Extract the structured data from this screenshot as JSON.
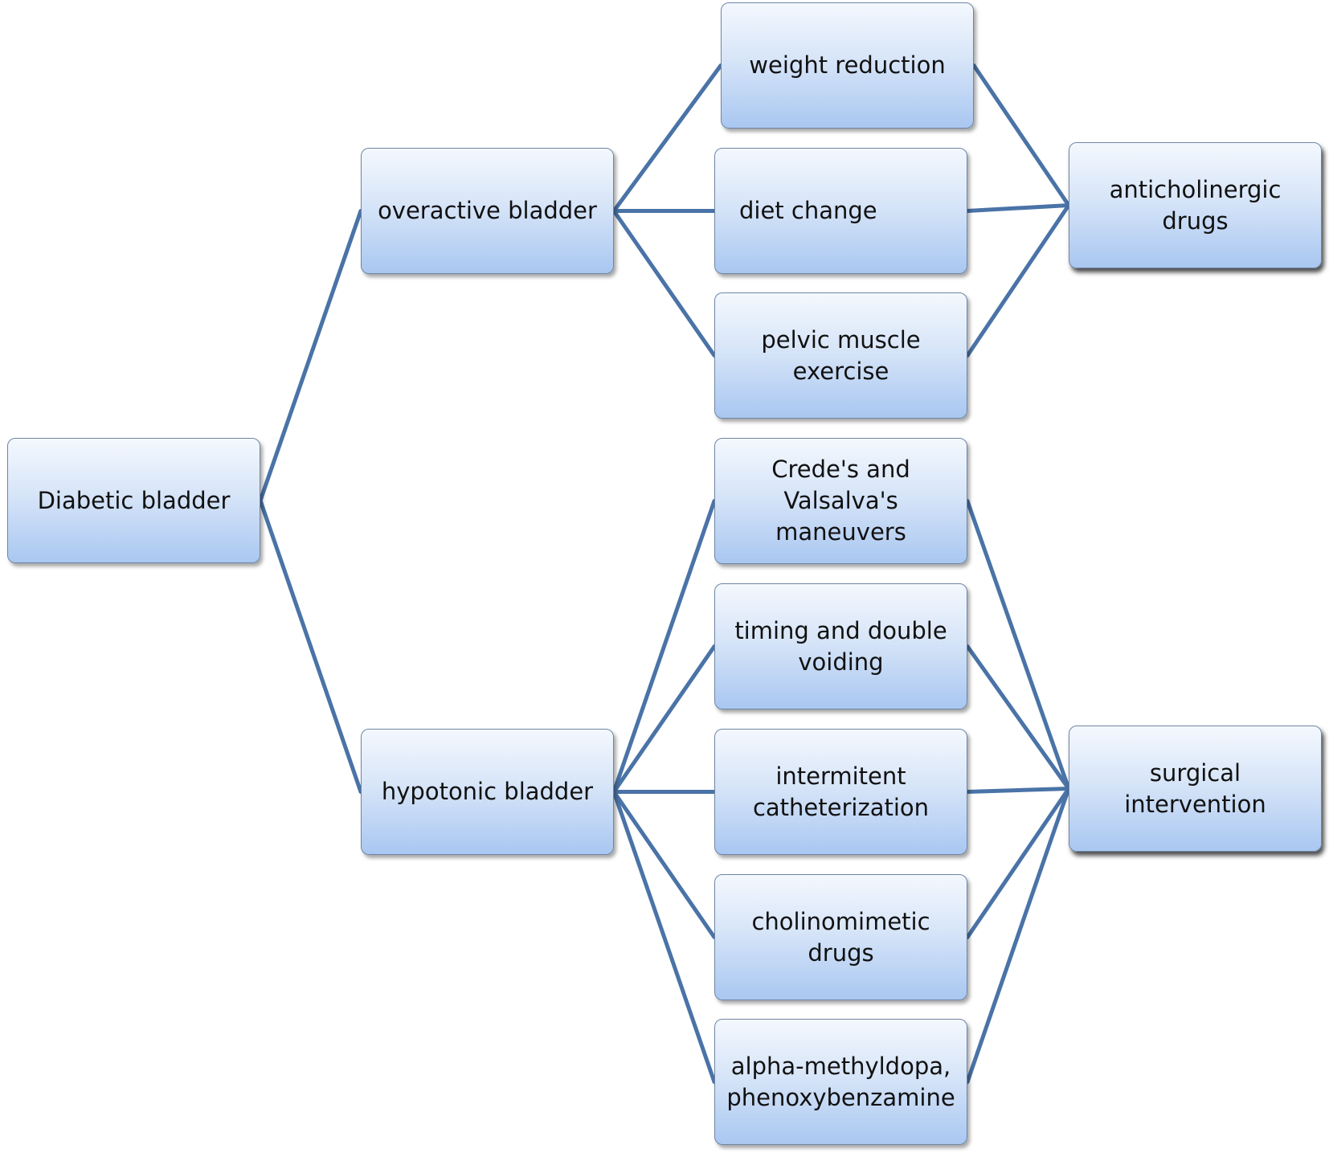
{
  "nodes": {
    "root": "Diabetic bladder",
    "overactive": "overactive bladder",
    "hypotonic": "hypotonic bladder",
    "weight": "weight reduction",
    "diet": "diet change",
    "pelvic": "pelvic muscle\nexercise",
    "crede": "Crede's and\nValsalva's\nmaneuvers",
    "timing": "timing and double\nvoiding",
    "catheter": "intermitent\ncatheterization",
    "cholino": "cholinomimetic\ndrugs",
    "alpha": "alpha-methyldopa,\nphenoxybenzamine",
    "anticholinergic": "anticholinergic\ndrugs",
    "surgical": "surgical intervention"
  },
  "edges": [
    [
      "root",
      "overactive"
    ],
    [
      "root",
      "hypotonic"
    ],
    [
      "overactive",
      "weight"
    ],
    [
      "overactive",
      "diet"
    ],
    [
      "overactive",
      "pelvic"
    ],
    [
      "hypotonic",
      "crede"
    ],
    [
      "hypotonic",
      "timing"
    ],
    [
      "hypotonic",
      "catheter"
    ],
    [
      "hypotonic",
      "cholino"
    ],
    [
      "hypotonic",
      "alpha"
    ],
    [
      "weight",
      "anticholinergic"
    ],
    [
      "diet",
      "anticholinergic"
    ],
    [
      "pelvic",
      "anticholinergic"
    ],
    [
      "crede",
      "surgical"
    ],
    [
      "timing",
      "surgical"
    ],
    [
      "catheter",
      "surgical"
    ],
    [
      "cholino",
      "surgical"
    ],
    [
      "alpha",
      "surgical"
    ]
  ]
}
